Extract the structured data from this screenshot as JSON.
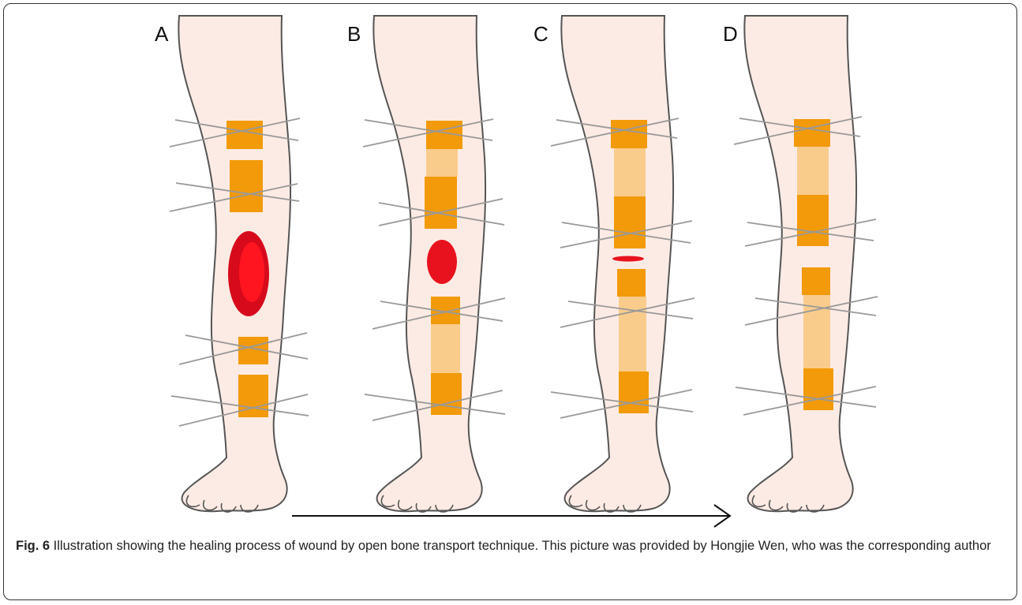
{
  "figure": {
    "panels": [
      {
        "label": "A"
      },
      {
        "label": "B"
      },
      {
        "label": "C"
      },
      {
        "label": "D"
      }
    ]
  },
  "caption": {
    "fig_label": "Fig. 6",
    "text": " Illustration showing the healing process of wound by open bone transport technique. This picture was provided by Hongjie Wen, who was the corresponding author"
  },
  "colors": {
    "skin": "#fcebe4",
    "outline": "#555555",
    "bone_segment": "#f29a09",
    "regenerate": "#f9cc8c",
    "wound": "#e8121e",
    "wire": "#999999"
  }
}
